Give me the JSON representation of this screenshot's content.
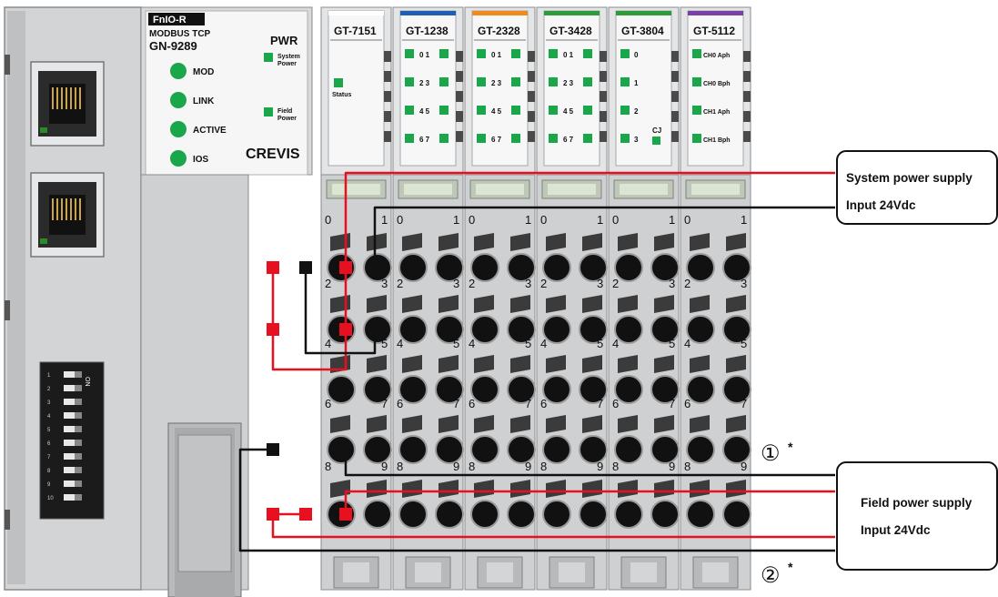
{
  "adapter": {
    "brand_top": "FnIO-R",
    "protocol": "MODBUS TCP",
    "model": "GN-9289",
    "pwr_title": "PWR",
    "pwr_system_line1": "System",
    "pwr_system_line2": "Power",
    "pwr_field_line1": "Field",
    "pwr_field_line2": "Power",
    "leds": [
      "MOD",
      "LINK",
      "ACTIVE",
      "IOS"
    ],
    "brand": "CREVIS",
    "dip_on_label": "ON",
    "dip_numbers": [
      "1",
      "2",
      "3",
      "4",
      "5",
      "6",
      "7",
      "8",
      "9",
      "10"
    ]
  },
  "modules": [
    {
      "name": "GT-7151",
      "accent": "#ffffff",
      "rows": [],
      "extra": "Status"
    },
    {
      "name": "GT-1238",
      "accent": "#1f5fb5",
      "rows": [
        "0 1",
        "2 3",
        "4 5",
        "6 7"
      ]
    },
    {
      "name": "GT-2328",
      "accent": "#f08a1c",
      "rows": [
        "0 1",
        "2 3",
        "4 5",
        "6 7"
      ]
    },
    {
      "name": "GT-3428",
      "accent": "#2e9b3a",
      "rows": [
        "0 1",
        "2 3",
        "4 5",
        "6 7"
      ]
    },
    {
      "name": "GT-3804",
      "accent": "#2e9b3a",
      "rows": [
        "0",
        "1",
        "2",
        "3"
      ],
      "extra": "CJ"
    },
    {
      "name": "GT-5112",
      "accent": "#7b3fa8",
      "rows": [
        "CH0 Aph",
        "CH0 Bph",
        "CH1 Aph",
        "CH1 Bph"
      ]
    }
  ],
  "terminal_numbers": [
    "0",
    "1",
    "2",
    "3",
    "4",
    "5",
    "6",
    "7",
    "8",
    "9"
  ],
  "callouts": {
    "system_line1": "System power supply",
    "system_line2": "Input 24Vdc",
    "field_line1": "Field power supply",
    "field_line2": "Input 24Vdc",
    "marker1": "①",
    "marker2": "②",
    "asterisk": "*"
  },
  "colors": {
    "led_green": "#1aa64a",
    "wire_red": "#e8101e",
    "wire_black": "#111111",
    "body_grey": "#cfd0d2",
    "panel_white": "#f7f7f7"
  }
}
